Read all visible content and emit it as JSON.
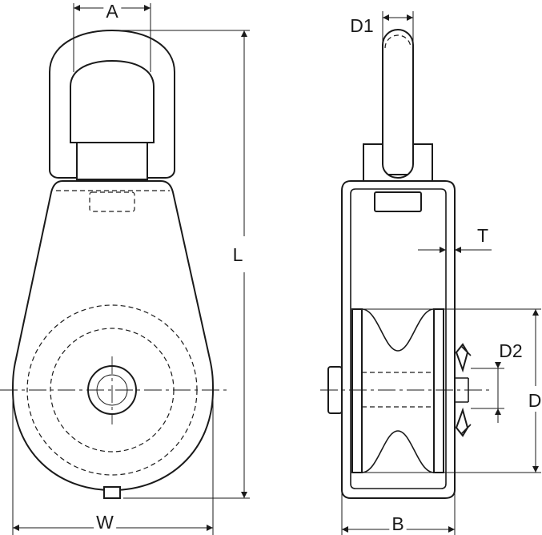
{
  "labels": {
    "A": "A",
    "L": "L",
    "W": "W",
    "D1": "D1",
    "T": "T",
    "D2": "D2",
    "D": "D",
    "B": "B"
  }
}
